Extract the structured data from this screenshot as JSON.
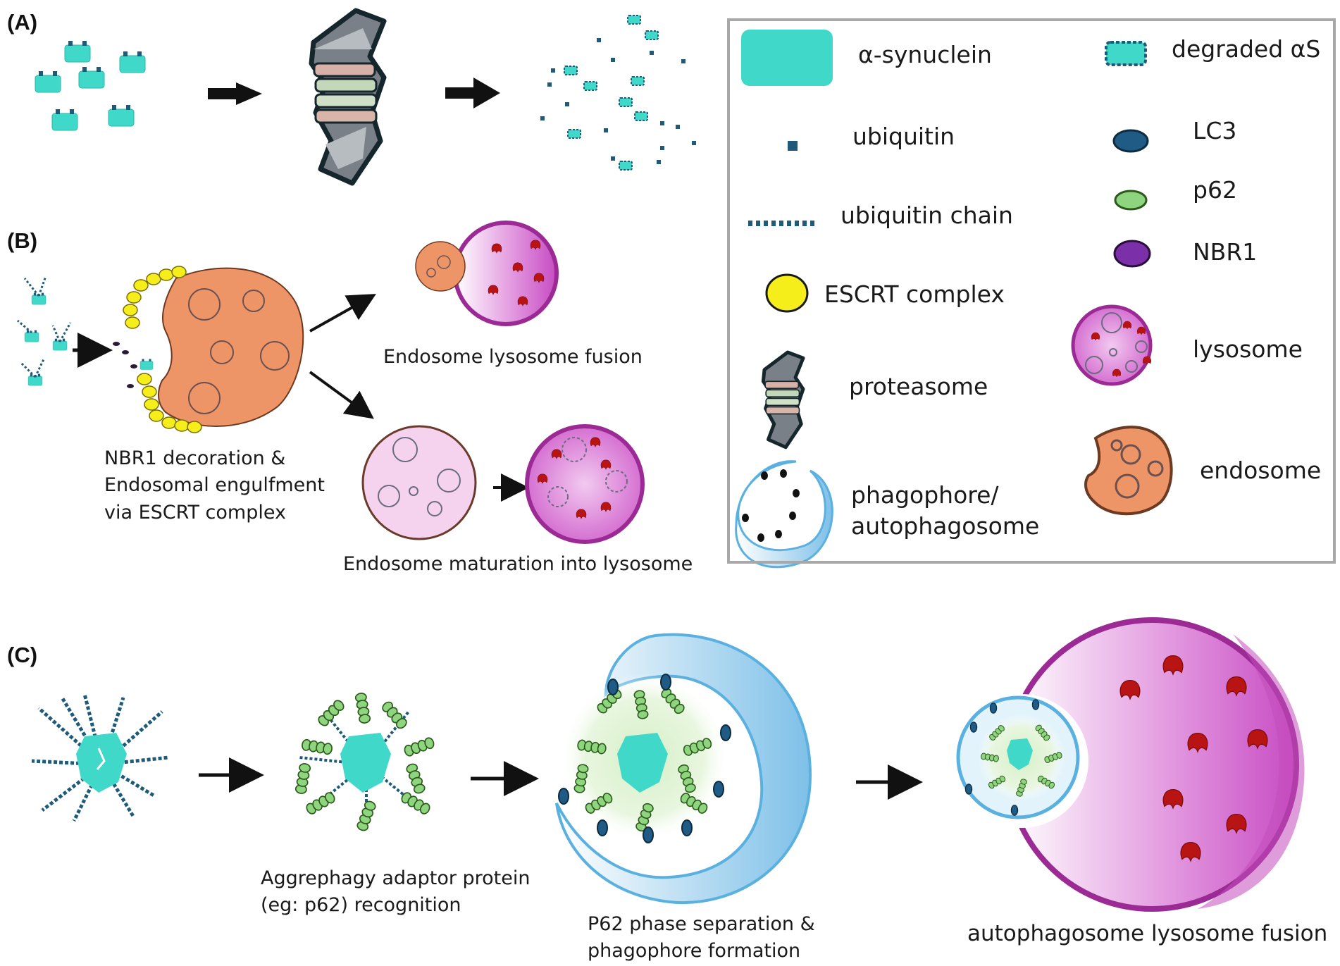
{
  "panels": {
    "A": "(A)",
    "B": "(B)",
    "C": "(C)"
  },
  "captions": {
    "b_decoration": [
      "NBR1 decoration &",
      "Endosomal engulfment",
      "via ESCRT complex"
    ],
    "b_fusion": "Endosome lysosome fusion",
    "b_maturation": "Endosome maturation into lysosome",
    "c_recognition": [
      "Aggrephagy adaptor protein",
      "(eg: p62) recognition"
    ],
    "c_phase": [
      "P62 phase separation &",
      "phagophore formation"
    ],
    "c_fusion": "autophagosome lysosome fusion"
  },
  "legend": {
    "alpha_synuclein": "α-synuclein",
    "degraded": "degraded αS",
    "ubiquitin": "ubiquitin",
    "lc3": "LC3",
    "p62": "p62",
    "ubiquitin_chain": "ubiquitin chain",
    "nbr1": "NBR1",
    "escrt": "ESCRT complex",
    "lysosome": "lysosome",
    "proteasome": "proteasome",
    "endosome": "endosome",
    "phagophore": [
      "phagophore/",
      "autophagosome"
    ]
  },
  "colors": {
    "synuclein": "#40d9c9",
    "ubiquitin": "#1e5a7a",
    "lc3": "#1f5b84",
    "p62": "#8fd47e",
    "nbr1": "#7b2fa8",
    "escrt": "#f5ee1a",
    "lysosome": "#c04fc0",
    "lysosome_border": "#9c2a94",
    "endosome": "#ee9568",
    "phagophore": "#86c7ea",
    "enzyme": "#b21212"
  }
}
